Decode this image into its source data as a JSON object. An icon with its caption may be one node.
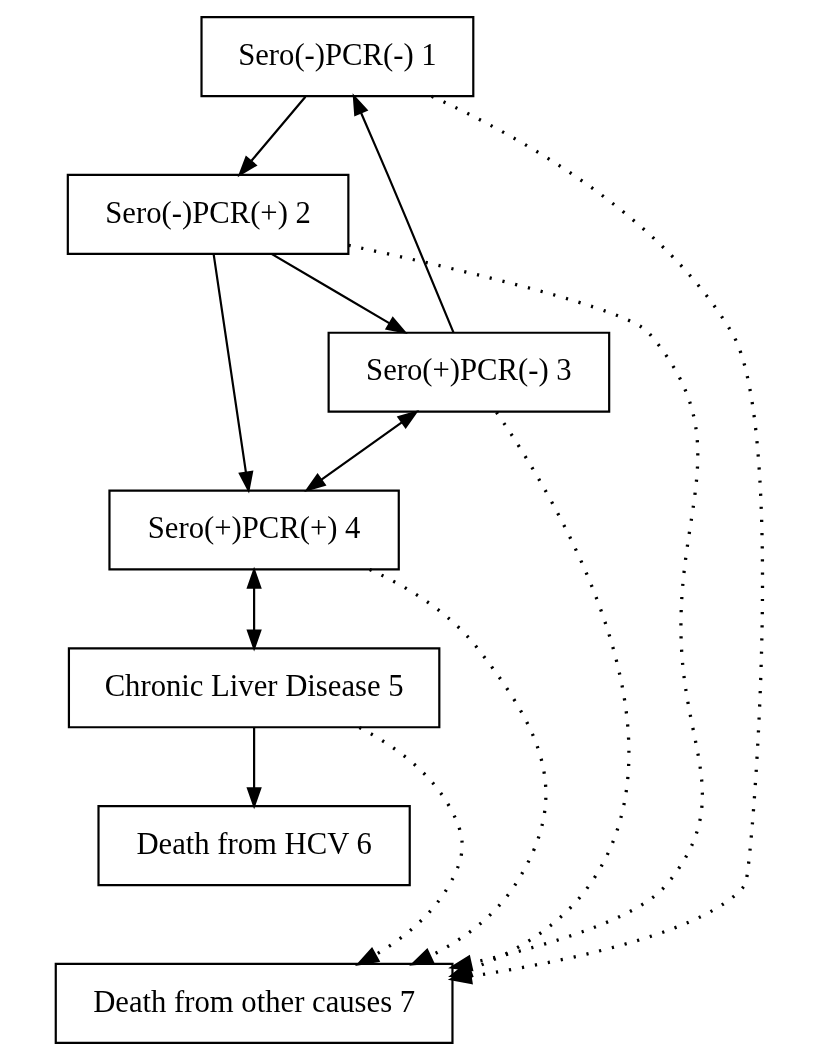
{
  "diagram": {
    "nodes": [
      {
        "text": [
          "Sero(-)PCR(-) 1"
        ]
      },
      {
        "text": [
          "Sero(-)PCR(+) 2"
        ]
      },
      {
        "text": [
          "Sero(+)PCR(-) 3"
        ]
      },
      {
        "text": [
          "Sero(+)PCR(+) 4"
        ]
      },
      {
        "text": [
          "Chronic Liver Disease 5"
        ]
      },
      {
        "text": [
          "Death from HCV 6"
        ]
      },
      {
        "text": [
          "Death from other causes 7"
        ]
      }
    ],
    "edges": [
      {
        "from": 0,
        "to": 1,
        "arrow": "to"
      },
      {
        "from": 1,
        "to": 2,
        "arrow": "to"
      },
      {
        "from": 1,
        "to": 3,
        "arrow": "to"
      },
      {
        "from": 2,
        "to": 0,
        "arrow": "to"
      },
      {
        "from": 2,
        "to": 3,
        "arrow": "both"
      },
      {
        "from": 3,
        "to": 4,
        "arrow": "both"
      },
      {
        "from": 4,
        "to": 5,
        "arrow": "to"
      },
      {
        "from": 0,
        "to": 6,
        "arrow": "to",
        "style": "dashed"
      },
      {
        "from": 1,
        "to": 6,
        "arrow": "to",
        "style": "dashed"
      },
      {
        "from": 2,
        "to": 6,
        "arrow": "to",
        "style": "dashed"
      },
      {
        "from": 3,
        "to": 6,
        "arrow": "to",
        "style": "dashed"
      },
      {
        "from": 4,
        "to": 6,
        "arrow": "to",
        "style": "dashed"
      }
    ]
  }
}
